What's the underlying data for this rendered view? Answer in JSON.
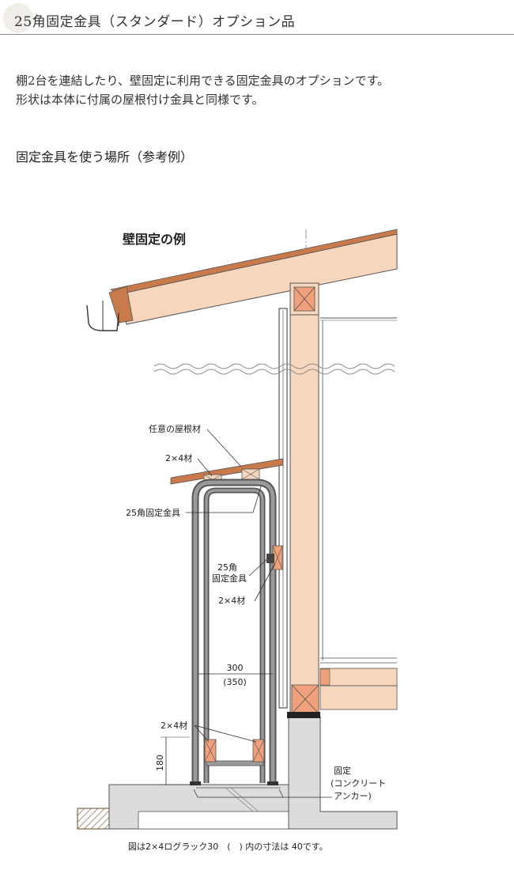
{
  "header": {
    "title": "25角固定金具（スタンダード）オプション品"
  },
  "intro": {
    "line1": "棚2台を連結したり、壁固定に利用できる固定金具のオプションです。",
    "line2": "形状は本体に付属の屋根付け金具と同様です。"
  },
  "section_title": "固定金具を使う場所（参考例）",
  "diagram": {
    "title": "壁固定の例",
    "labels": {
      "roof_material": "任意の屋根材",
      "two_by_four_top": "2×4材",
      "bracket_top": "25角固定金具",
      "bracket_mid_1": "25角",
      "bracket_mid_2": "固定金具",
      "two_by_four_mid": "2×4材",
      "width_dim": "300",
      "width_dim_alt": "(350)",
      "two_by_four_bottom": "2×4材",
      "height_dim": "180",
      "fix_1": "固定",
      "fix_2": "(コンクリート",
      "fix_3": "アンカー)"
    },
    "caption": "図は2×4ログラック30　(　) 内の寸法は 40です。"
  }
}
